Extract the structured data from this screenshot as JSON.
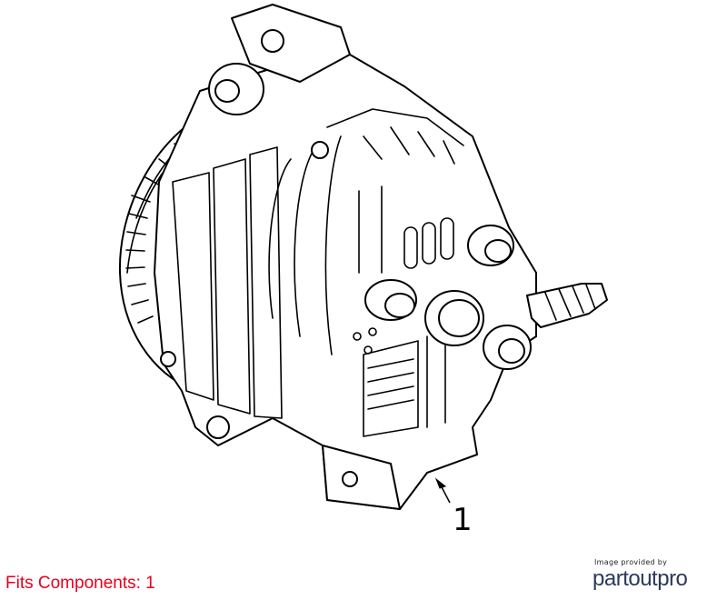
{
  "diagram": {
    "callout_label": "1",
    "fits_text": "Fits Components: 1"
  },
  "credit": {
    "small_text": "Image provided by",
    "brand_text": "partoutpro"
  }
}
